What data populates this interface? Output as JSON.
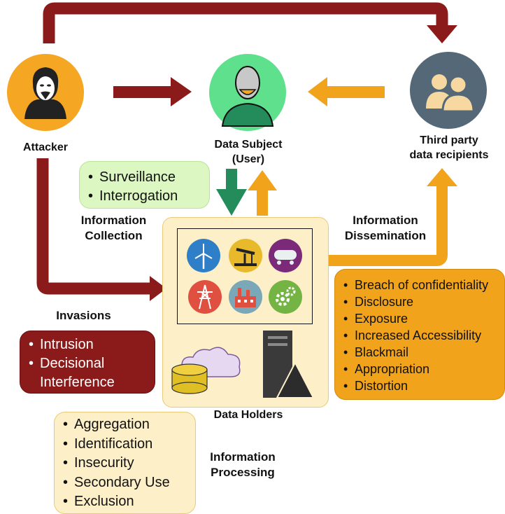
{
  "nodes": {
    "attacker": {
      "label": "Attacker"
    },
    "data_subject": {
      "label_line1": "Data Subject",
      "label_line2": "(User)"
    },
    "third_party": {
      "label_line1": "Third party",
      "label_line2": "data recipients"
    },
    "data_holders": {
      "label": "Data Holders"
    }
  },
  "sections": {
    "collection": {
      "title_line1": "Information",
      "title_line2": "Collection",
      "items": [
        "Surveillance",
        "Interrogation"
      ]
    },
    "dissemination": {
      "title_line1": "Information",
      "title_line2": "Dissemination",
      "items": [
        "Breach of confidentiality",
        "Disclosure",
        "Exposure",
        "Increased Accessibility",
        "Blackmail",
        "Appropriation",
        "Distortion"
      ]
    },
    "invasions": {
      "title": "Invasions",
      "items": [
        "Intrusion",
        "Decisional",
        "Interference"
      ]
    },
    "processing": {
      "title_line1": "Information",
      "title_line2": "Processing",
      "items": [
        "Aggregation",
        "Identification",
        "Insecurity",
        "Secondary Use",
        "Exclusion"
      ]
    }
  },
  "colors": {
    "dark_red": "#8b1a1a",
    "orange": "#f0a31b",
    "green_arrow": "#238c5a",
    "collection_box": "#dcf7c2",
    "dissemination_box": "#f0a31b",
    "invasions_box": "#8b1a1a",
    "processing_box": "#fdf0c8"
  },
  "icons": [
    "wind-turbine-icon",
    "oil-pump-icon",
    "tanker-icon",
    "power-tower-icon",
    "factory-icon",
    "gears-icon",
    "cloud-icon",
    "database-icon",
    "server-icon"
  ]
}
